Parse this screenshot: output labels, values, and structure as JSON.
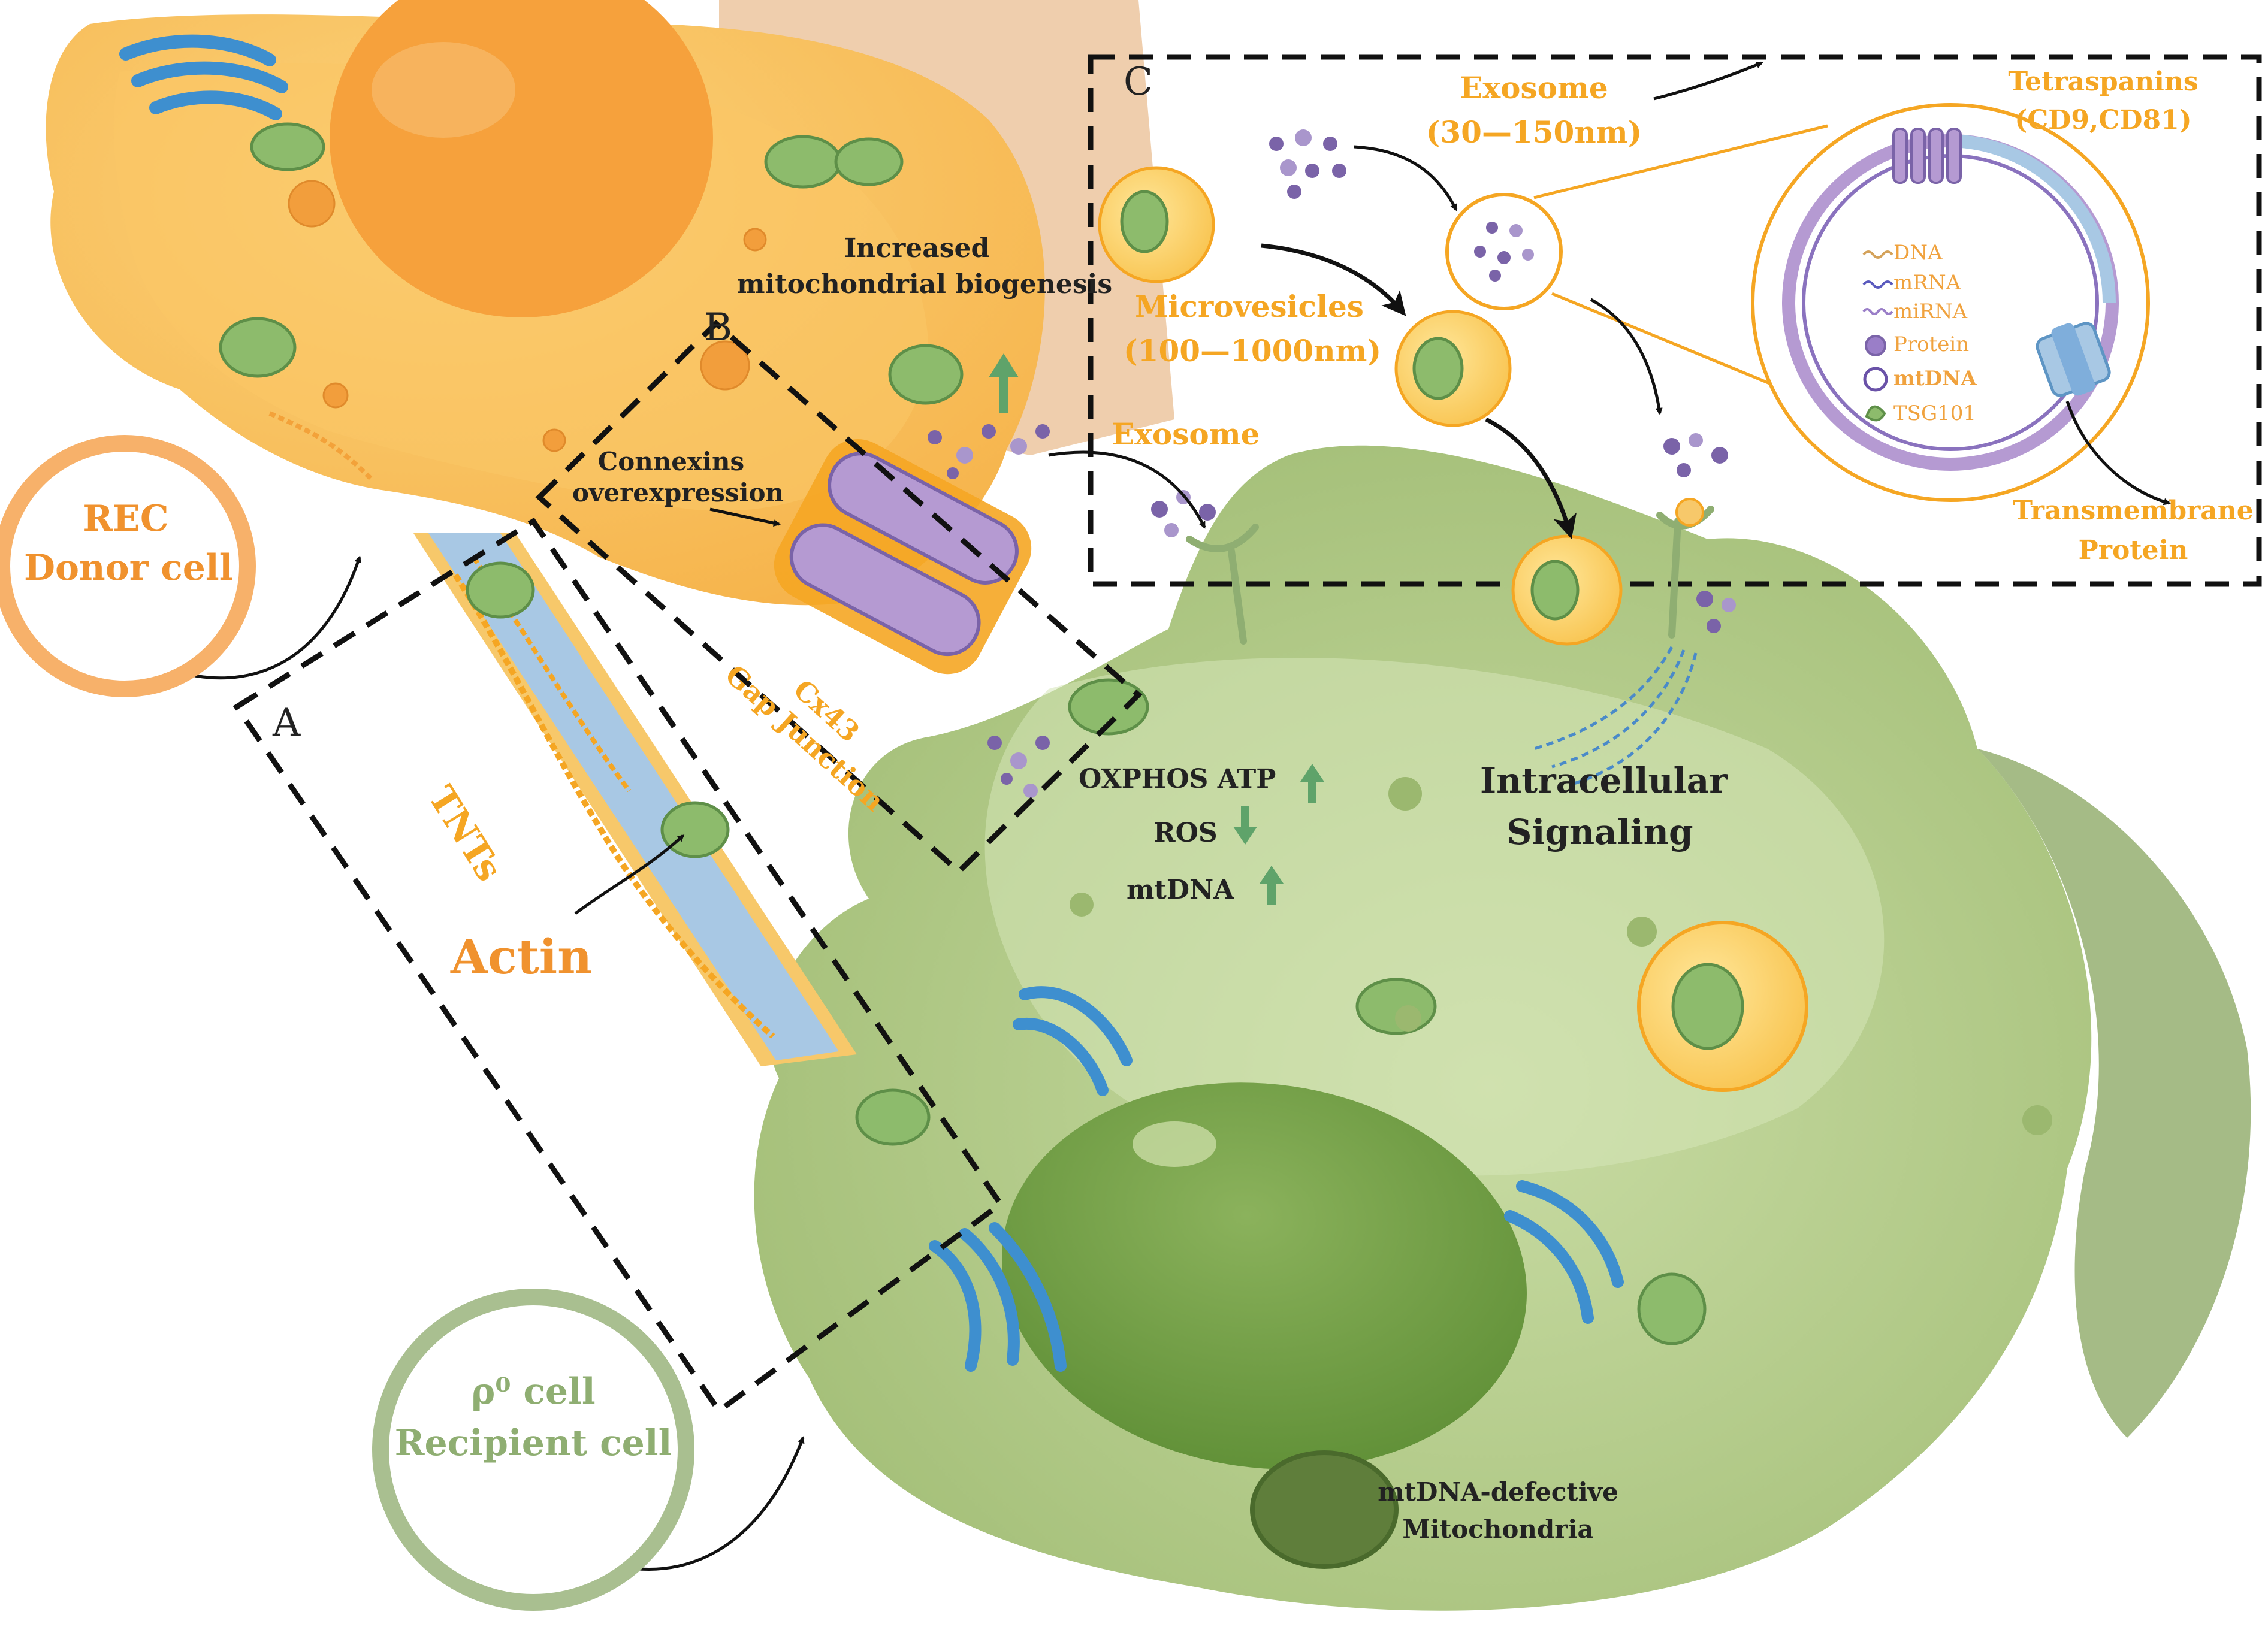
{
  "colors": {
    "donor_cell": "#F9C15A",
    "donor_nucleus": "#F6A13C",
    "recipient_cell": "#A9C27F",
    "recipient_cell_light": "#C8D9A6",
    "recipient_nucleus": "#79A24B",
    "tnt_blue": "#A8C8E4",
    "purple_vesicle": "#7A63A8",
    "mito_green": "#8DBB6C",
    "golgi_blue": "#3E8FCF",
    "label_orange": "#F5A623",
    "dashed_box": "#111111"
  },
  "panels": {
    "a": "A",
    "b": "B",
    "c": "C"
  },
  "labels": {
    "rec_line1": "REC",
    "rec_line2": "Donor cell",
    "rho_line1": "ρ⁰ cell",
    "rho_line2": "Recipient cell",
    "tnts": "TNTs",
    "actin": "Actin",
    "cx43_line1": "Cx43",
    "cx43_line2": "Gap Junction",
    "connexins_line1": "Connexins",
    "connexins_line2": "overexpression",
    "biogenesis_line1": "Increased",
    "biogenesis_line2": "mitochondrial biogenesis",
    "exosome_size_line1": "Exosome",
    "exosome_size_line2": "(30—150nm)",
    "microvesicles_line1": "Microvesicles",
    "microvesicles_line2": "(100—1000nm)",
    "exosome_small": "Exosome",
    "tetraspanins_line1": "Tetraspanins",
    "tetraspanins_line2": "(CD9,CD81)",
    "transmembrane_line1": "Transmembrane",
    "transmembrane_line2": "Protein",
    "oxphos": "OXPHOS ATP",
    "ros": "ROS",
    "mtdna": "mtDNA",
    "intracellular_line1": "Intracellular",
    "intracellular_line2": "Signaling",
    "defective_line1": "mtDNA-defective",
    "defective_line2": "Mitochondria"
  },
  "legend": {
    "dna": "DNA",
    "mrna": "mRNA",
    "mirna": "miRNA",
    "protein": "Protein",
    "mtdna": "mtDNA",
    "tsg101": "TSG101"
  }
}
